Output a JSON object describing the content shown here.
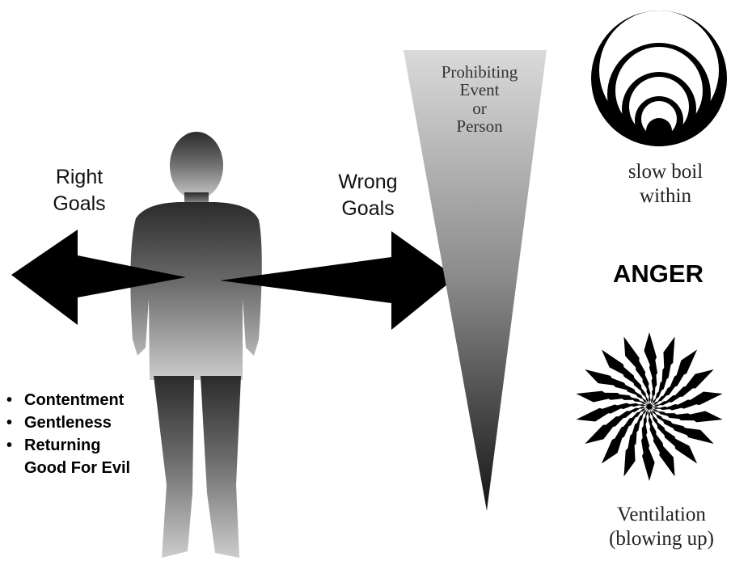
{
  "diagram": {
    "right_goals": {
      "line1": "Right",
      "line2": "Goals"
    },
    "wrong_goals": {
      "line1": "Wrong",
      "line2": "Goals"
    },
    "trigger": {
      "line1": "Prohibiting",
      "line2": "Event",
      "line3": "or",
      "line4": "Person"
    },
    "slow_boil": {
      "line1": "slow boil",
      "line2": "within"
    },
    "anger": "ANGER",
    "ventilation": {
      "line1": "Ventilation",
      "line2": "(blowing up)"
    },
    "virtues": [
      {
        "bullet": "•",
        "text": "Contentment"
      },
      {
        "bullet": "•",
        "text": "Gentleness"
      },
      {
        "bullet": "•",
        "text": "Returning",
        "text2": "Good For Evil"
      }
    ]
  },
  "colors": {
    "figure_top": "#2b2b2b",
    "figure_bottom": "#c9c9c9",
    "arrow": "#000000",
    "wedge_top": "#d6d6d6",
    "wedge_bottom": "#1a1a1a"
  },
  "icons": {
    "slow_boil": "concentric-circles-icon",
    "ventilation": "starburst-icon"
  }
}
